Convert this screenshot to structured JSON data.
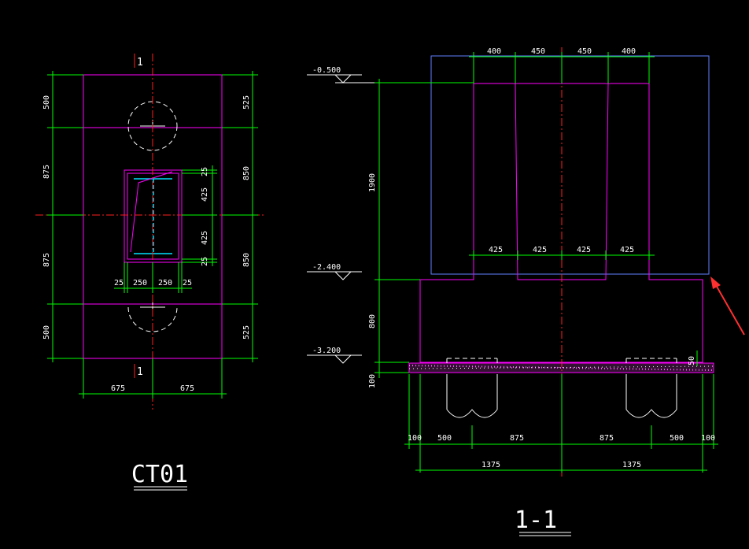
{
  "colors": {
    "background": "#000000",
    "dimension": "#00ff00",
    "outline": "#ff00ff",
    "column": "#6080ff",
    "centerline": "#ff2020",
    "steel": "#00e0ff",
    "annotation_arrow": "#ff3030"
  },
  "plan": {
    "title": "CT01",
    "section_mark_top": "1",
    "section_mark_bottom": "1",
    "left_dims": [
      "500",
      "875",
      "875",
      "500"
    ],
    "right_dims": [
      "525",
      "850",
      "850",
      "525"
    ],
    "inner_dims": [
      "25",
      "425",
      "425",
      "25"
    ],
    "bottom_inner_dims": [
      "25",
      "250",
      "250",
      "25"
    ],
    "bottom_dims": [
      "675",
      "675"
    ]
  },
  "section": {
    "title": "1-1",
    "levels": [
      "-0.500",
      "-2.400",
      "-3.200"
    ],
    "top_dims": [
      "400",
      "450",
      "450",
      "400"
    ],
    "mid_dims": [
      "425",
      "425",
      "425",
      "425"
    ],
    "height_dims": [
      "1900",
      "800",
      "100"
    ],
    "right_small_dim": "50",
    "bottom_dims_row1": [
      "100",
      "500",
      "875",
      "875",
      "500",
      "100"
    ],
    "bottom_dims_row2": [
      "1375",
      "1375"
    ]
  }
}
